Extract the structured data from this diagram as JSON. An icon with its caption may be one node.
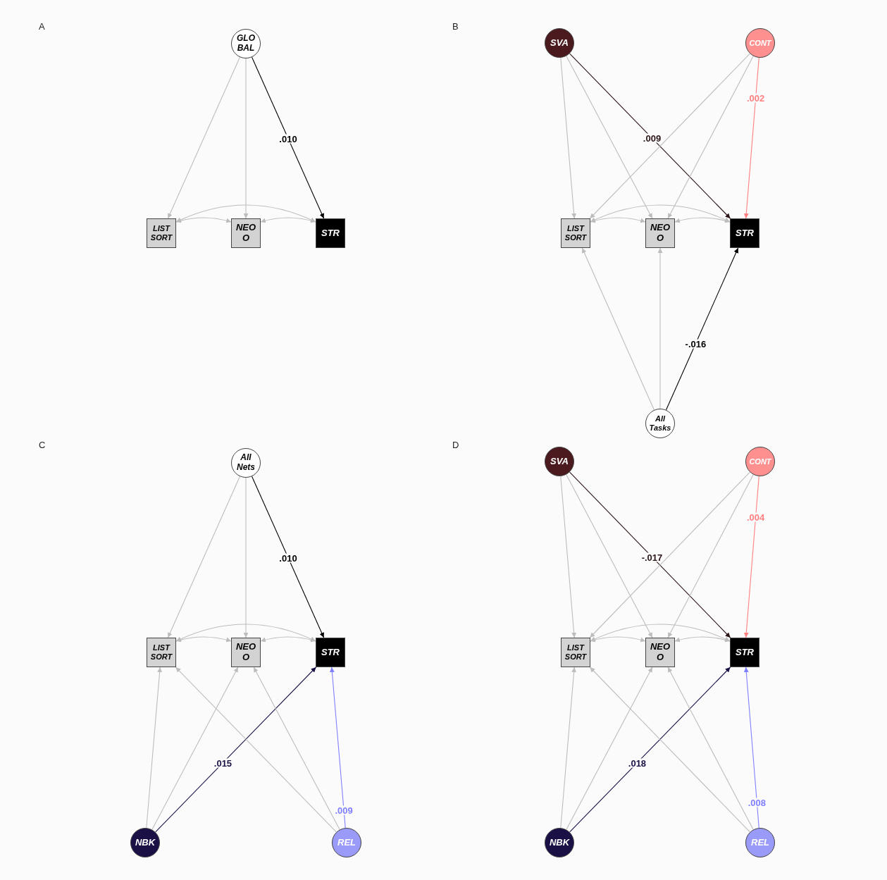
{
  "diagram": {
    "nodes": [
      {
        "text": [
          "GLO BAL"
        ]
      },
      {
        "text": [
          "LIST SORT"
        ]
      },
      {
        "text": [
          "NEO O"
        ]
      },
      {
        "text": [
          "STR"
        ]
      },
      {
        "text": [
          "SVA"
        ]
      },
      {
        "text": [
          "CONT"
        ]
      },
      {
        "text": [
          "LIST SORT"
        ]
      },
      {
        "text": [
          "NEO O"
        ]
      },
      {
        "text": [
          "STR"
        ]
      },
      {
        "text": [
          "All Tasks"
        ]
      },
      {
        "text": [
          "All Nets"
        ]
      },
      {
        "text": [
          "LIST SORT"
        ]
      },
      {
        "text": [
          "NEO O"
        ]
      },
      {
        "text": [
          "STR"
        ]
      },
      {
        "text": [
          "NBK"
        ]
      },
      {
        "text": [
          "REL"
        ]
      },
      {
        "text": [
          "SVA"
        ]
      },
      {
        "text": [
          "CONT"
        ]
      },
      {
        "text": [
          "LIST SORT"
        ]
      },
      {
        "text": [
          "NEO O"
        ]
      },
      {
        "text": [
          "STR"
        ]
      },
      {
        "text": [
          "NBK"
        ]
      },
      {
        "text": [
          "REL"
        ]
      }
    ],
    "edges": [
      {
        "from": 0,
        "to": 1,
        "arrow": "to"
      },
      {
        "from": 0,
        "to": 2,
        "arrow": "to"
      },
      {
        "from": 0,
        "to": 3,
        "arrow": "to",
        "label": ".010",
        "color": "#000000"
      },
      {
        "from": 1,
        "to": 2,
        "arrow": "both"
      },
      {
        "from": 2,
        "to": 3,
        "arrow": "both"
      },
      {
        "from": 1,
        "to": 3,
        "arrow": "both"
      },
      {
        "from": 4,
        "to": 6,
        "arrow": "to"
      },
      {
        "from": 4,
        "to": 7,
        "arrow": "to"
      },
      {
        "from": 4,
        "to": 8,
        "arrow": "to",
        "label": ".009",
        "color": "#2a1416"
      },
      {
        "from": 5,
        "to": 6,
        "arrow": "to"
      },
      {
        "from": 5,
        "to": 7,
        "arrow": "to"
      },
      {
        "from": 5,
        "to": 8,
        "arrow": "to",
        "label": ".002",
        "color": "#ff8080"
      },
      {
        "from": 9,
        "to": 6,
        "arrow": "to"
      },
      {
        "from": 9,
        "to": 7,
        "arrow": "to"
      },
      {
        "from": 9,
        "to": 8,
        "arrow": "to",
        "label": "-.016",
        "color": "#000000"
      },
      {
        "from": 6,
        "to": 7,
        "arrow": "both"
      },
      {
        "from": 7,
        "to": 8,
        "arrow": "both"
      },
      {
        "from": 6,
        "to": 8,
        "arrow": "both"
      },
      {
        "from": 10,
        "to": 11,
        "arrow": "to"
      },
      {
        "from": 10,
        "to": 12,
        "arrow": "to"
      },
      {
        "from": 10,
        "to": 13,
        "arrow": "to",
        "label": ".010",
        "color": "#000000"
      },
      {
        "from": 14,
        "to": 11,
        "arrow": "to"
      },
      {
        "from": 14,
        "to": 12,
        "arrow": "to"
      },
      {
        "from": 14,
        "to": 13,
        "arrow": "to",
        "label": ".015",
        "color": "#1a1046"
      },
      {
        "from": 15,
        "to": 11,
        "arrow": "to"
      },
      {
        "from": 15,
        "to": 12,
        "arrow": "to"
      },
      {
        "from": 15,
        "to": 13,
        "arrow": "to",
        "label": ".009",
        "color": "#8080ff"
      },
      {
        "from": 11,
        "to": 12,
        "arrow": "both"
      },
      {
        "from": 12,
        "to": 13,
        "arrow": "both"
      },
      {
        "from": 11,
        "to": 13,
        "arrow": "both"
      },
      {
        "from": 16,
        "to": 18,
        "arrow": "to"
      },
      {
        "from": 16,
        "to": 19,
        "arrow": "to"
      },
      {
        "from": 16,
        "to": 20,
        "arrow": "to",
        "label": "-.017",
        "color": "#2a1416"
      },
      {
        "from": 17,
        "to": 18,
        "arrow": "to"
      },
      {
        "from": 17,
        "to": 19,
        "arrow": "to"
      },
      {
        "from": 17,
        "to": 20,
        "arrow": "to",
        "label": ".004",
        "color": "#ff8080"
      },
      {
        "from": 21,
        "to": 18,
        "arrow": "to"
      },
      {
        "from": 21,
        "to": 19,
        "arrow": "to"
      },
      {
        "from": 21,
        "to": 20,
        "arrow": "to",
        "label": ".018",
        "color": "#1a1046"
      },
      {
        "from": 22,
        "to": 18,
        "arrow": "to"
      },
      {
        "from": 22,
        "to": 19,
        "arrow": "to"
      },
      {
        "from": 22,
        "to": 20,
        "arrow": "to",
        "label": ".008",
        "color": "#8080ff"
      },
      {
        "from": 18,
        "to": 19,
        "arrow": "both"
      },
      {
        "from": 19,
        "to": 20,
        "arrow": "both"
      },
      {
        "from": 18,
        "to": 20,
        "arrow": "both"
      }
    ],
    "labels": [
      "A",
      "B",
      "C",
      "D"
    ]
  }
}
